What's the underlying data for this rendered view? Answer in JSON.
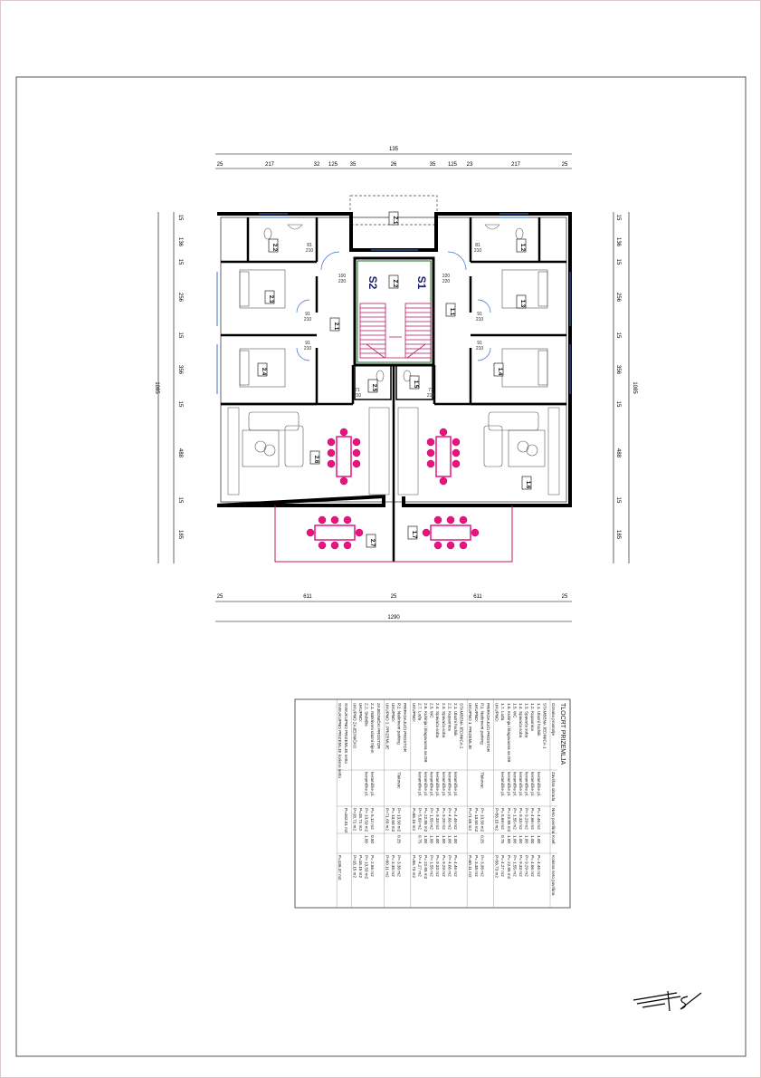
{
  "plan": {
    "rooms_left": [
      "2.1",
      "2.2",
      "2.3",
      "2.4",
      "2.5",
      "2.6",
      "2.7"
    ],
    "rooms_right": [
      "1.1",
      "1.2",
      "1.3",
      "1.4",
      "1.5",
      "1.6",
      "1.7"
    ],
    "center_rooms": [
      "Z.1",
      "Z.2"
    ],
    "stairs": {
      "left": "S2",
      "right": "S1"
    },
    "door_tags": [
      "81",
      "210",
      "81",
      "210",
      "100",
      "220",
      "220",
      "220",
      "91",
      "210",
      "91",
      "210",
      "91",
      "210",
      "91",
      "210",
      "71",
      "210",
      "71",
      "210"
    ],
    "dims_top_total": "135",
    "dims_top": [
      "25",
      "217",
      "32",
      "125",
      "35",
      "26",
      "35",
      "125",
      "23",
      "217",
      "25"
    ],
    "dims_bottom": [
      "25",
      "611",
      "25",
      "611",
      "25"
    ],
    "dims_bottom_total": "1290",
    "dims_left": [
      "15",
      "136",
      "15",
      "256",
      "15",
      "356",
      "15",
      "488",
      "15",
      "185"
    ],
    "dims_right": [
      "15",
      "136",
      "15",
      "256",
      "15",
      "356",
      "15",
      "488",
      "15",
      "185"
    ],
    "dim_left_total": "1085",
    "dim_right_total": "1085"
  },
  "table": {
    "title": "TLOCRT PRIZEMLJA",
    "col_headers": [
      "Oznaka prostorije",
      "Završna obrada",
      "Neto površina",
      "Koef.",
      "Korisna neto površina"
    ],
    "sections": [
      {
        "rows": [
          "STAMBENA JEDINICA 1",
          "1.1. Ulazni hodnik",
          "1.2. Kupaonica",
          "1.3. Spavaća soba",
          "1.4. Spavaća soba",
          "1.5. WC",
          "1.6. Kuhinja i blagovaona sa DB",
          "1.7. Lođa",
          "UKUPNO:"
        ],
        "finish": [
          "",
          "keramičke pl.",
          "keramičke pl.",
          "keramičke pl.",
          "keramičke pl.",
          "keramičke pl.",
          "keramičke pl.",
          "keramičke pl.",
          ""
        ],
        "area": [
          "",
          "P= 4.46 m2",
          "P= 4.66 m2",
          "P= 9.29 m2",
          "P= 9.33 m2",
          "P= 1.55 m2",
          "P= 22.85 m2",
          "P= 5.69 m2",
          "P=58.15 m2"
        ],
        "coef": [
          "",
          "1.00",
          "1.00",
          "1.00",
          "1.00",
          "1.00",
          "1.00",
          "0.75",
          ""
        ],
        "net": [
          "",
          "P= 4.46 m2",
          "P= 4.66 m2",
          "P= 9.29 m2",
          "P= 9.33 m2",
          "P= 1.55 m2",
          "P= 22.85 m2",
          "P= 4.27 m2",
          "P=56.73 m2"
        ]
      },
      {
        "rows": [
          "PRIPADAJUĆI PROSTOR",
          "P.1. Natkriveni parking",
          "UKUPNO:",
          "UKUPNO 1. PRIZEMLJE"
        ],
        "finish": [
          "",
          "Tlakovac",
          "",
          ""
        ],
        "area": [
          "",
          "P= 13.50 m2",
          "P= 13.50 m2",
          "P=71.65 m2"
        ],
        "coef": [
          "",
          "0.25",
          "",
          ""
        ],
        "net": [
          "",
          "P= 3.38 m2",
          "P= 3.38 m2",
          "P=60.11 m2"
        ]
      },
      {
        "rows": [
          "STAMBENA JEDINICA 2",
          "2.1. Ulazni hodnik",
          "2.2. Kupaonica",
          "2.3. Spavaća soba",
          "2.4. Spavaća soba",
          "2.5. WC",
          "2.6. Kuhinja i blagovaona sa DB",
          "2.7. Lođa",
          "UKUPNO:"
        ],
        "finish": [
          "",
          "keramičke pl.",
          "keramičke pl.",
          "keramičke pl.",
          "keramičke pl.",
          "keramičke pl.",
          "keramičke pl.",
          "keramičke pl.",
          ""
        ],
        "area": [
          "",
          "P= 4.46 m2",
          "P= 4.66 m2",
          "P= 9.29 m2",
          "P= 9.33 m2",
          "P= 1.55 m2",
          "P= 22.85 m2",
          "P= 5.69 m2",
          "P=58.15 m2"
        ],
        "coef": [
          "",
          "1.00",
          "1.00",
          "1.00",
          "1.00",
          "1.00",
          "1.00",
          "0.75",
          ""
        ],
        "net": [
          "",
          "P= 4.46 m2",
          "P= 4.66 m2",
          "P= 9.29 m2",
          "P= 9.33 m2",
          "P= 1.55 m2",
          "P= 22.85 m2",
          "P= 4.27 m2",
          "P=56.73 m2"
        ]
      },
      {
        "rows": [
          "PRIPADAJUĆI PROSTOR",
          "P.2. Natkriveni parking",
          "UKUPNO:",
          "UKUPNO 2. PRIZEMLJE"
        ],
        "finish": [
          "",
          "Tlakovac",
          "",
          ""
        ],
        "area": [
          "",
          "P= 13.50 m2",
          "P= 13.50 m2",
          "P=71.65 m2"
        ],
        "coef": [
          "",
          "0.25",
          "",
          ""
        ],
        "net": [
          "",
          "P= 3.38 m2",
          "P= 3.38 m2",
          "P=60.11 m2"
        ]
      },
      {
        "rows": [
          "ZAJEDNIČKI PROSTOR",
          "Z.1. Natkriveni ulazni trijem",
          "Z.2. Stubište",
          "UKUPNO:",
          "UKUPNO ZAJEDNIČKO"
        ],
        "finish": [
          "",
          "keramičke pl.",
          "keramičke pl.",
          "",
          ""
        ],
        "area": [
          "",
          "P= 5.12 m2",
          "P= 13.59 m2",
          "P=18.71 m2",
          "P=18.71 m2"
        ],
        "coef": [
          "",
          "0.50",
          "1.00",
          "",
          ""
        ],
        "net": [
          "",
          "P= 2.56 m2",
          "P= 13.59 m2",
          "P=16.15 m2",
          "P=16.15 m2"
        ]
      },
      {
        "rows": [
          "SVEUKUPNO PRIZEMLJE netto",
          "SVEUKUPNO PRIZEMLJE korisno netto"
        ],
        "finish": [
          "",
          ""
        ],
        "area": [
          "P=162.01 m2",
          ""
        ],
        "coef": [
          "",
          ""
        ],
        "net": [
          "",
          "P=136.37 m2"
        ]
      }
    ]
  },
  "colors": {
    "furniture": "#e8137f",
    "walls": "#000000",
    "door_tag": "#1f5fbf",
    "stair_frame": "#1a6e1a"
  }
}
